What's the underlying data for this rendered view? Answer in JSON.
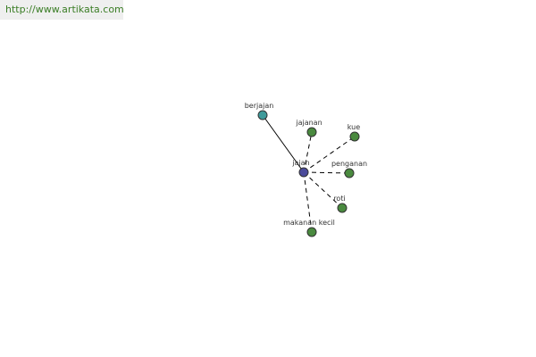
{
  "source_url": "http://www.artikata.com",
  "graph": {
    "center": {
      "id": "jajan",
      "label": "jajan",
      "color": "#4b4b9b"
    },
    "nodes": [
      {
        "id": "berjajan",
        "label": "berjajan",
        "color": "#3f9b9b",
        "relation": "derived"
      },
      {
        "id": "jajanan",
        "label": "jajanan",
        "color": "#4a8a3f",
        "relation": "synonym"
      },
      {
        "id": "kue",
        "label": "kue",
        "color": "#4a8a3f",
        "relation": "synonym"
      },
      {
        "id": "penganan",
        "label": "penganan",
        "color": "#4a8a3f",
        "relation": "synonym"
      },
      {
        "id": "roti",
        "label": "roti",
        "color": "#4a8a3f",
        "relation": "synonym"
      },
      {
        "id": "makanan-kecil",
        "label": "makanan kecil",
        "color": "#4a8a3f",
        "relation": "synonym"
      }
    ]
  }
}
